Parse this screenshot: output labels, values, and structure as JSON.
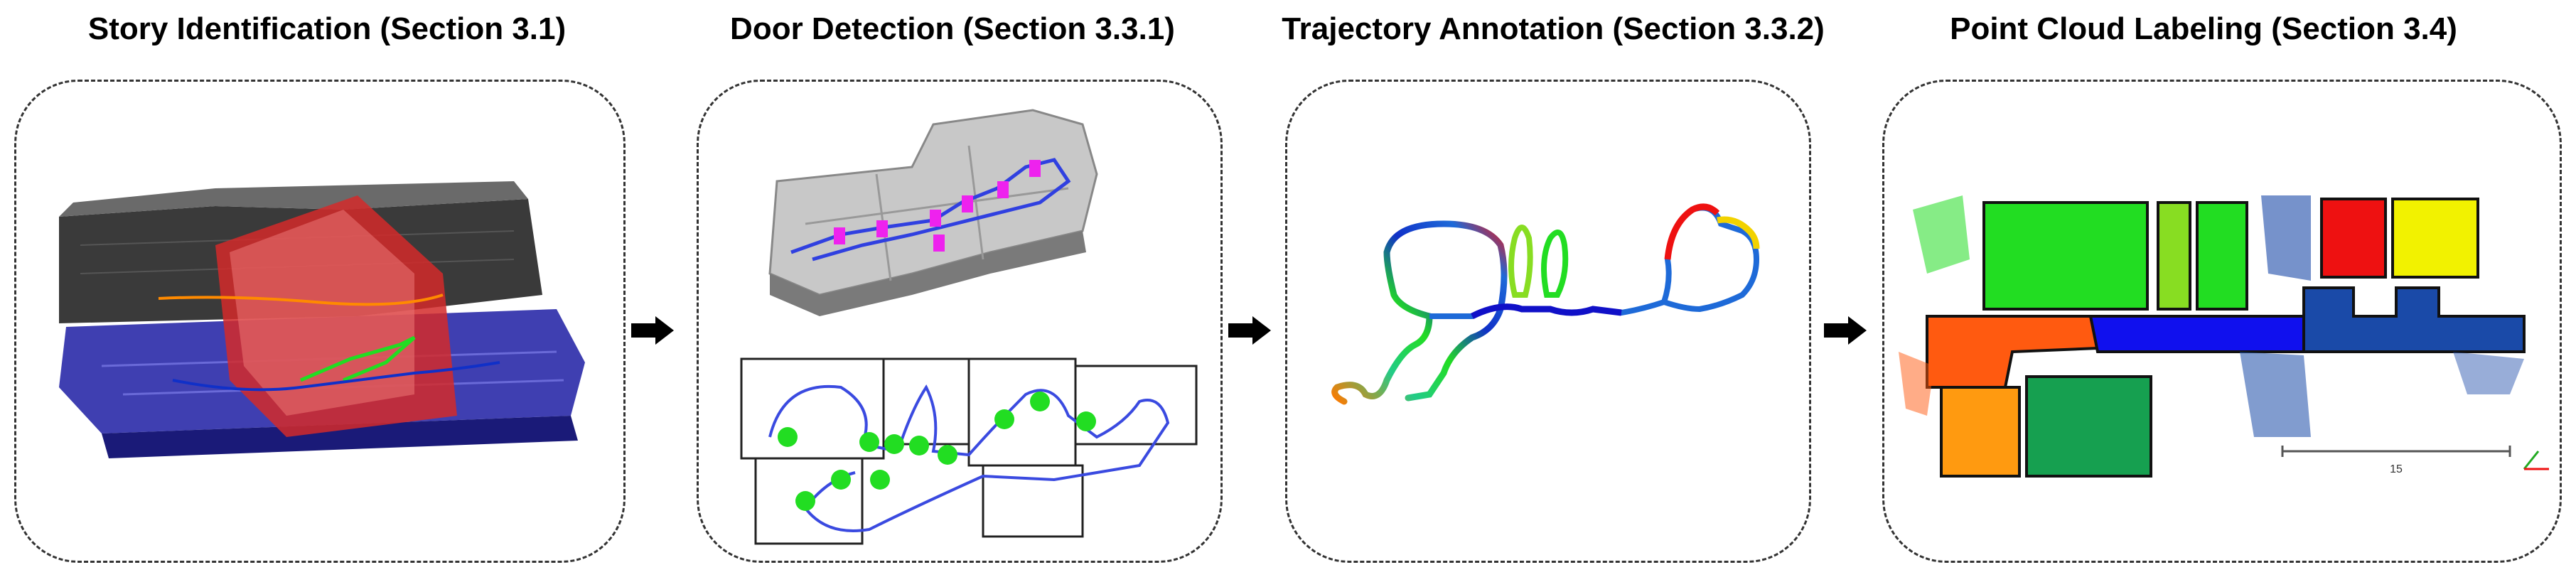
{
  "diagram": {
    "panels": [
      {
        "title": "Story Identification (Section 3.1)"
      },
      {
        "title": "Door Detection (Section 3.3.1)"
      },
      {
        "title": "Trajectory Annotation (Section 3.3.2)"
      },
      {
        "title": "Point Cloud Labeling (Section 3.4)",
        "scale_label": "15"
      }
    ],
    "arrow_icon": "right-arrow-icon",
    "colors": {
      "upper_story": "#3a3a3a",
      "lower_story": "#2a2aa8",
      "stair_section": "#d42a2a",
      "door_marker": "#22dd22",
      "trajectory_blue": "#1030c8",
      "room_green": "#22dd22",
      "room_yellow": "#f2f200",
      "room_red": "#ee1111",
      "room_orange": "#ff7a00",
      "room_navy": "#1a4aa8",
      "corridor_blue": "#1010ee"
    }
  }
}
